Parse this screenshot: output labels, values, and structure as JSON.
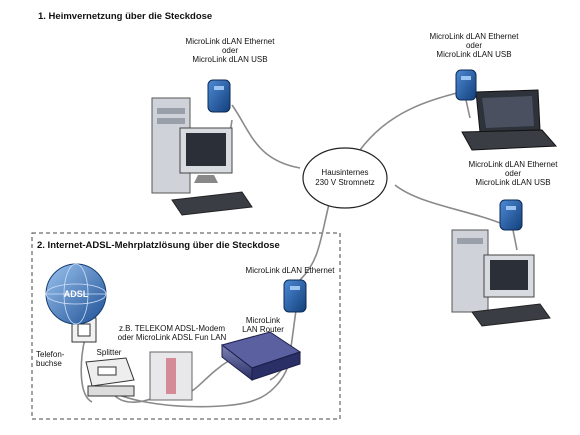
{
  "section1_title": "1. Heimvernetzung über die Steckdose",
  "section2_title": "2. Internet-ADSL-Mehrplatzlösung über die Steckdose",
  "hub": {
    "line1": "Hausinternes",
    "line2": "230 V Stromnetz"
  },
  "pc_top": {
    "line1": "MicroLink dLAN Ethernet",
    "line2": "oder",
    "line3": "MicroLink dLAN USB"
  },
  "laptop": {
    "line1": "MicroLink dLAN Ethernet",
    "line2": "oder",
    "line3": "MicroLink dLAN USB"
  },
  "pc_right": {
    "line1": "MicroLink dLAN Ethernet",
    "line2": "oder",
    "line3": "MicroLink dLAN USB"
  },
  "adapter_router": {
    "label": "MicroLink dLAN Ethernet"
  },
  "router": {
    "line1": "MicroLink",
    "line2": "LAN Router"
  },
  "modem": {
    "line1": "z.B. TELEKOM ADSL-Modem",
    "line2": "oder MicroLink ADSL Fun LAN"
  },
  "globe": {
    "label": "ADSL"
  },
  "phone_jack": {
    "line1": "Telefon-",
    "line2": "buchse"
  },
  "splitter": {
    "label": "Splitter"
  },
  "colors": {
    "adapter": "#1f5fa8",
    "cable": "#8a8a8a",
    "router": "#3a3f7a",
    "globe": "#2a63b0"
  }
}
